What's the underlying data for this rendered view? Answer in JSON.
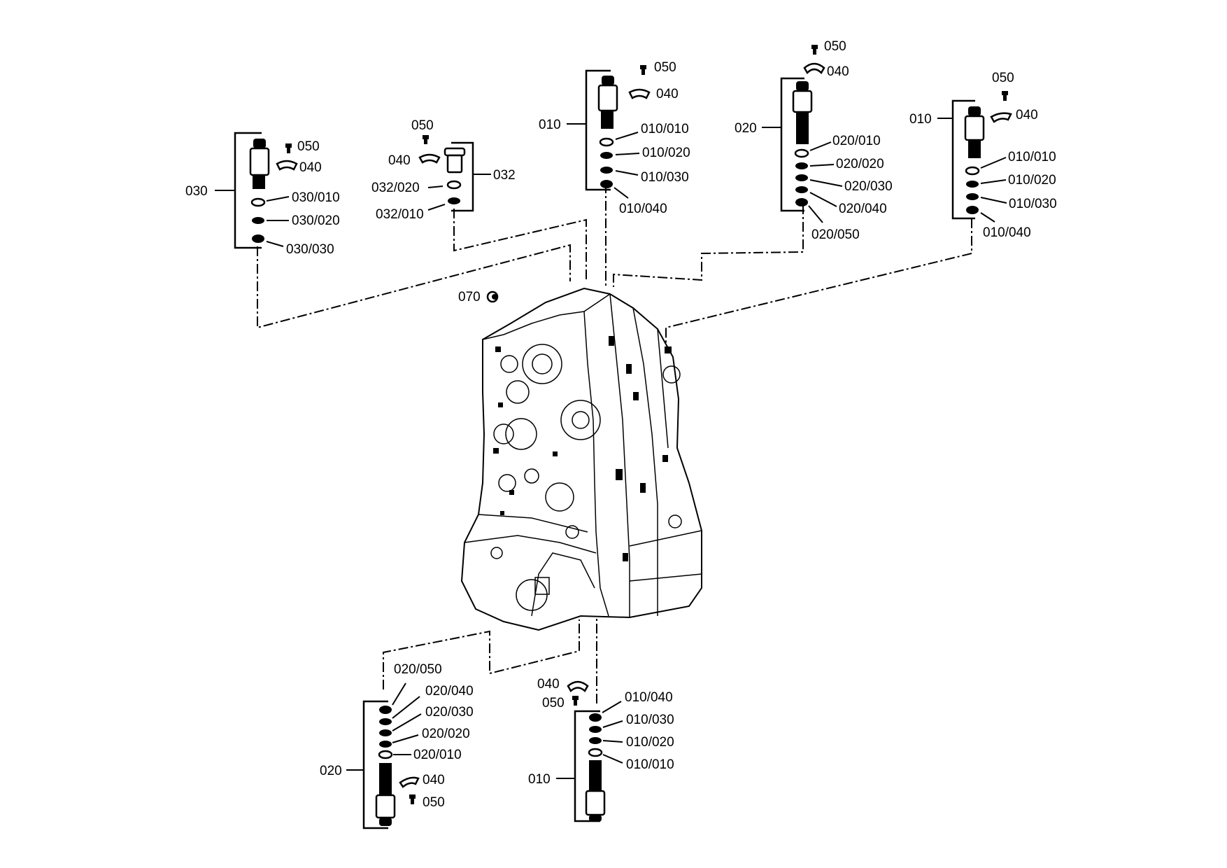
{
  "callouts": {
    "g030": {
      "group": "030",
      "l050": "050",
      "l040": "040",
      "l010": "030/010",
      "l020": "030/020",
      "l030": "030/030"
    },
    "g032": {
      "group": "032",
      "l050": "050",
      "l040": "040",
      "l020": "032/020",
      "l010": "032/010"
    },
    "g010a": {
      "group": "010",
      "l050": "050",
      "l040": "040",
      "l010": "010/010",
      "l020": "010/020",
      "l030": "010/030",
      "l040b": "010/040"
    },
    "g020a": {
      "group": "020",
      "l050": "050",
      "l040": "040",
      "l010": "020/010",
      "l020": "020/020",
      "l030": "020/030",
      "l040b": "020/040",
      "l050b": "020/050"
    },
    "g010b": {
      "group": "010",
      "l050": "050",
      "l040": "040",
      "l010": "010/010",
      "l020": "010/020",
      "l030": "010/030",
      "l040b": "010/040"
    },
    "housing": {
      "l070": "070"
    },
    "g020c": {
      "group": "020",
      "l050b": "020/050",
      "l040b": "020/040",
      "l030": "020/030",
      "l020": "020/020",
      "l010": "020/010",
      "l040": "040",
      "l050": "050"
    },
    "g010c": {
      "group": "010",
      "l040": "040",
      "l050": "050",
      "l040b": "010/040",
      "l030": "010/030",
      "l020": "010/020",
      "l010": "010/010"
    }
  }
}
